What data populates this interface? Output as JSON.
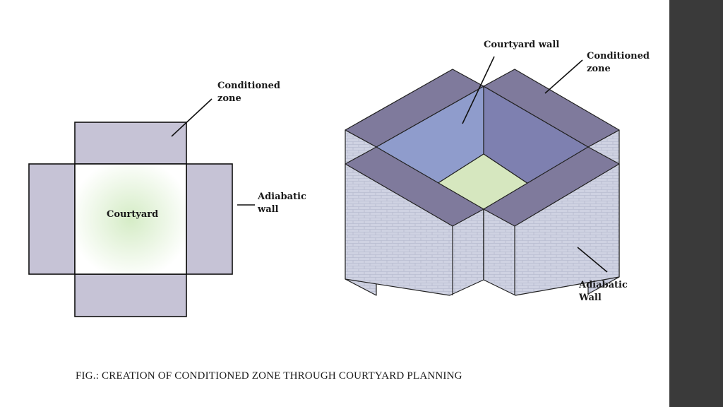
{
  "plan": {
    "conditioned_zone": [
      "Conditioned",
      "zone"
    ],
    "courtyard": "Courtyard",
    "adiabatic_wall": [
      "Adiabatic",
      "wall"
    ]
  },
  "iso": {
    "courtyard_wall": "Courtyard wall",
    "conditioned_zone": [
      "Conditioned",
      "zone"
    ],
    "adiabatic_wall": [
      "Adiabatic",
      "Wall"
    ]
  },
  "caption": "FIG.: CREATION OF CONDITIONED ZONE THROUGH COURTYARD PLANNING",
  "colors": {
    "zone_fill": "#c6c3d6",
    "top_fill": "#7f7a9c",
    "side_fill": "#cfd2e2",
    "inner_wall": "#8d94c2",
    "courtyard_floor": "#d6e7bf",
    "courtyard_glow": "#d5ecc6",
    "sidebar": "#3a3a3a"
  }
}
